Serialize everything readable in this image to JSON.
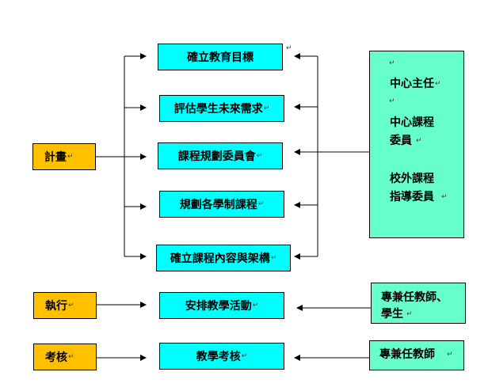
{
  "left_labels": {
    "plan": "計畫",
    "execute": "執行",
    "assess": "考核"
  },
  "center_boxes": {
    "goal": "確立教育目標",
    "needs": "評估學生未來需求",
    "committee": "課程規劃委員會",
    "plan_courses": "規劃各學制課程",
    "content": "確立課程內容與架構",
    "activities": "安排教學活動",
    "assessment": "教學考核"
  },
  "right_panel": {
    "line1": "中心主任",
    "line2": "中心課程",
    "line3": "委員",
    "line4": "校外課程",
    "line5": "指導委員"
  },
  "right_small": {
    "activities_line1": "專兼任教師、",
    "activities_line2": "學生",
    "assessment": "專兼任教師"
  },
  "paragraph_mark": "↵",
  "colors": {
    "center_box": "#00ffff",
    "left_label": "#ffc000",
    "right_panel": "#66ffcc"
  }
}
